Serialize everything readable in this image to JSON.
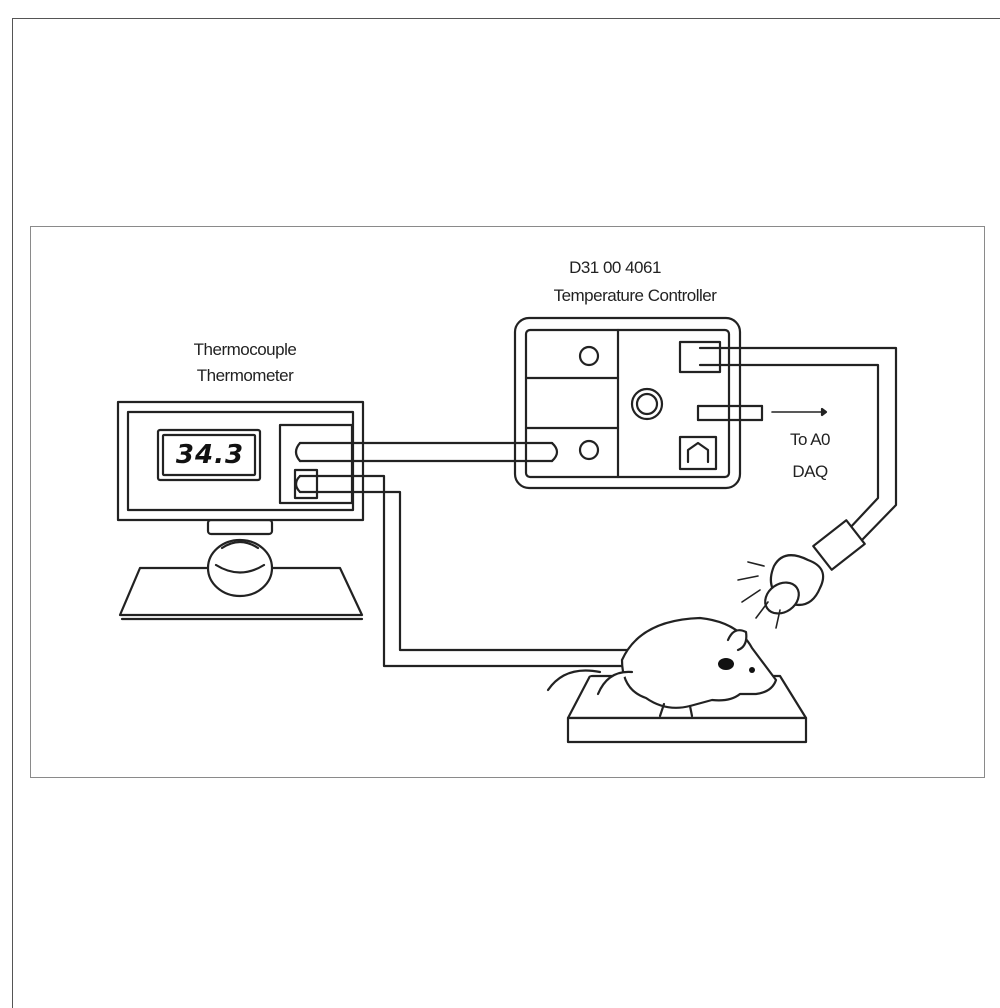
{
  "thermometer": {
    "label_line1": "Thermocouple",
    "label_line2": "Thermometer",
    "reading": "34.3"
  },
  "controller": {
    "label_line1": "D31 00 4061",
    "label_line2": "Temperature Controller"
  },
  "daq": {
    "label_line1": "To A0",
    "label_line2": "DAQ"
  }
}
